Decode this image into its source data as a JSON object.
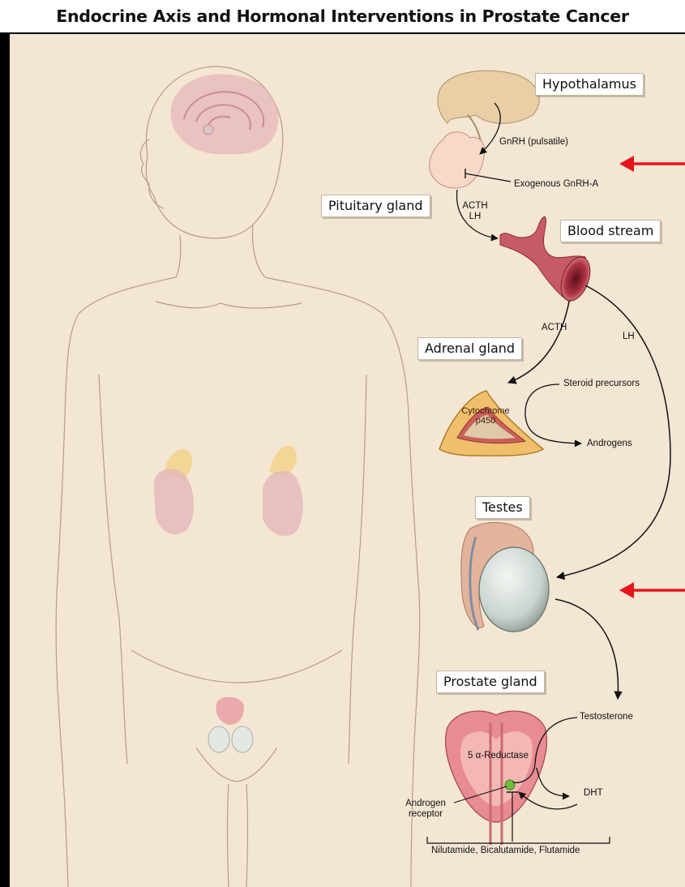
{
  "title": "Endocrine Axis and Hormonal Interventions in Prostate Cancer",
  "labels": {
    "hypothalamus": "Hypothalamus",
    "pituitary": "Pituitary gland",
    "blood_stream": "Blood stream",
    "adrenal": "Adrenal gland",
    "testes": "Testes",
    "prostate": "Prostate gland"
  },
  "annotations": {
    "gnrh": "GnRH (pulsatile)",
    "exogenous": "Exogenous GnRH-A",
    "acth_lh_1": "ACTH",
    "acth_lh_2": "LH",
    "acth": "ACTH",
    "lh": "LH",
    "steroid": "Steroid precursors",
    "cytochrome_1": "Cytochrome",
    "cytochrome_2": "p450",
    "androgens": "Androgens",
    "testosterone": "Testosterone",
    "reductase": "5 α-Reductase",
    "dht": "DHT",
    "receptor_1": "Androgen",
    "receptor_2": "receptor",
    "drugs": "Nilutamide, Bicalutamide, Flutamide"
  },
  "colors": {
    "background": "#f3e6d3",
    "highlight_arrow": "#e8141c",
    "organ_pink": "#e8a3a8",
    "brain_pink": "#e7b5b8",
    "vessel_red": "#b83a4a"
  },
  "icons": [
    "red-arrow-icon",
    "red-arrow-icon"
  ]
}
